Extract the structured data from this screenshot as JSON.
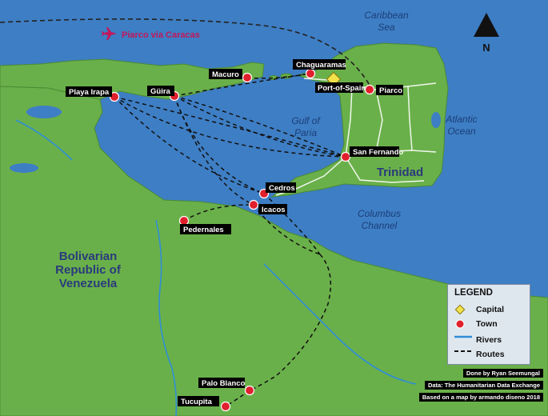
{
  "flight": {
    "label": "Piarco via Caracas"
  },
  "water": [
    {
      "id": "caribbean",
      "lines": [
        "Caribbean",
        "Sea"
      ]
    },
    {
      "id": "gulf",
      "lines": [
        "Gulf of",
        "Paria"
      ]
    },
    {
      "id": "atlantic",
      "lines": [
        "Atlantic",
        "Ocean"
      ]
    },
    {
      "id": "columbus",
      "lines": [
        "Columbus",
        "Channel"
      ]
    }
  ],
  "countries": {
    "venezuela": [
      "Bolivarian",
      "Republic of",
      "Venezuela"
    ],
    "trinidad": "Trinidad"
  },
  "capital": {
    "name": "Port-of-Spain"
  },
  "towns": [
    "Playa Irapa",
    "Güira",
    "Macuro",
    "Chaguaramas",
    "Piarco",
    "San Fernando",
    "Cedros",
    "Icacos",
    "Pedernales",
    "Palo Blanco",
    "Tucupita"
  ],
  "compass": {
    "label": "N"
  },
  "legend": {
    "title": "LEGEND",
    "items": [
      {
        "symbol": "diamond",
        "label": "Capital",
        "color": "#f2e24a"
      },
      {
        "symbol": "dot",
        "label": "Town",
        "color": "#e0202d"
      },
      {
        "symbol": "line",
        "label": "Rivers",
        "color": "#2f8ed6"
      },
      {
        "symbol": "dash",
        "label": "Routes",
        "color": "#111111"
      }
    ]
  },
  "credits": [
    "Done by Ryan Seemungal",
    "Data: The Humanitarian Data Exchange",
    "Based on a map by armando diseno 2018"
  ],
  "colors": {
    "sea": "#3e7ec4",
    "land": "#6ab04a",
    "town": "#e0202d",
    "capital": "#f2e24a",
    "route": "#111111",
    "flight": "#c2185b"
  }
}
